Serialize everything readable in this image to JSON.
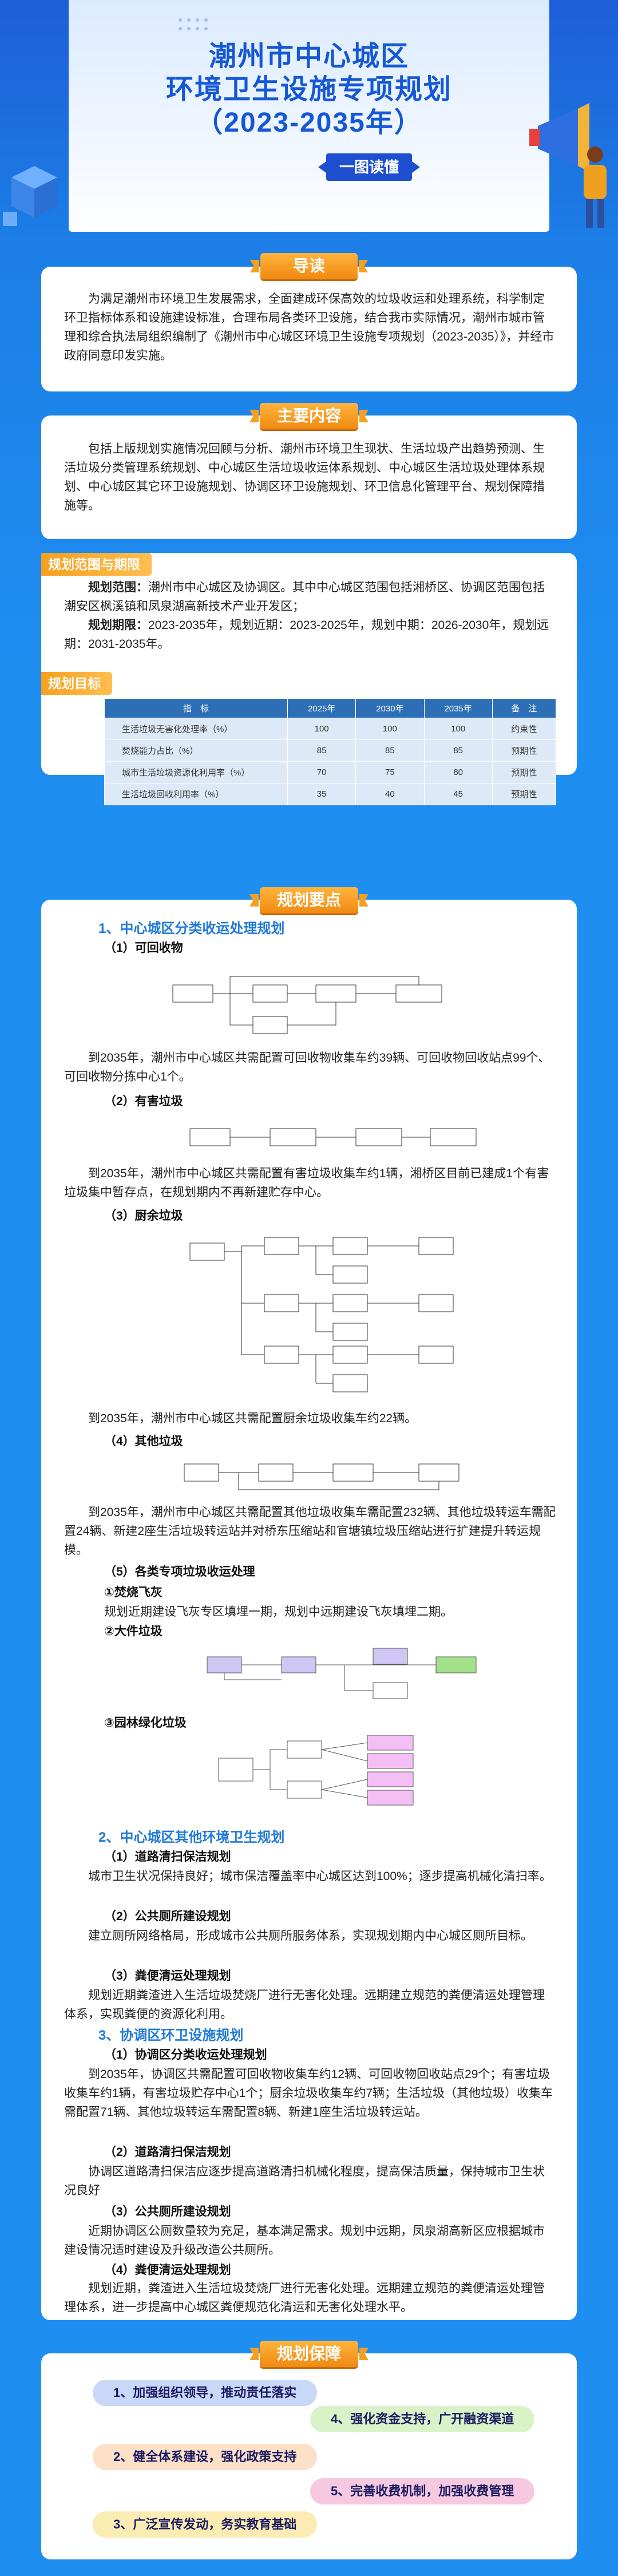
{
  "header": {
    "title_line1": "潮州市中心城区",
    "title_line2": "环境卫生设施专项规划",
    "title_line3": "（2023-2035年）",
    "tag": "一图读懂"
  },
  "intro": {
    "label": "导读",
    "text": "为满足潮州市环境卫生发展需求，全面建成环保高效的垃圾收运和处理系统，科学制定环卫指标体系和设施建设标准，合理布局各类环卫设施，结合我市实际情况，潮州市城市管理和综合执法局组织编制了《潮州市中心城区环境卫生设施专项规划（2023-2035）》，并经市政府同意印发实施。"
  },
  "content": {
    "label": "主要内容",
    "text": "包括上版规划实施情况回顾与分析、潮州市环境卫生现状、生活垃圾产出趋势预测、生活垃圾分类管理系统规划、中心城区生活垃圾收运体系规划、中心城区生活垃圾处理体系规划、中心城区其它环卫设施规划、协调区环卫设施规划、环卫信息化管理平台、规划保障措施等。"
  },
  "scope": {
    "label": "规划范围与期限",
    "range_key": "规划范围：",
    "range_text": "潮州市中心城区及协调区。其中中心城区范围包括湘桥区、协调区范围包括潮安区枫溪镇和凤泉湖高新技术产业开发区；",
    "period_key": "规划期限：",
    "period_text": "2023-2035年，规划近期：2023-2025年，规划中期：2026-2030年，规划远期：2031-2035年。"
  },
  "targets": {
    "label": "规划目标",
    "headers": [
      "指　标",
      "2025年",
      "2030年",
      "2035年",
      "备　注"
    ],
    "rows": [
      [
        "生活垃圾无害化处理率（%）",
        "100",
        "100",
        "100",
        "约束性"
      ],
      [
        "焚烧能力占比（%）",
        "85",
        "85",
        "85",
        "预期性"
      ],
      [
        "城市生活垃圾资源化利用率（%）",
        "70",
        "75",
        "80",
        "预期性"
      ],
      [
        "生活垃圾回收利用率（%）",
        "35",
        "40",
        "45",
        "预期性"
      ]
    ]
  },
  "points": {
    "label": "规划要点",
    "s1": "1、中心城区分类收运处理规划",
    "s1_1": "（1）可回收物",
    "s1_1_text": "到2035年，潮州市中心城区共需配置可回收物收集车约39辆、可回收物回收站点99个、可回收物分拣中心1个。",
    "s1_2": "（2）有害垃圾",
    "s1_2_text": "到2035年，潮州市中心城区共需配置有害垃圾收集车约1辆，湘桥区目前已建成1个有害垃圾集中暂存点，在规划期内不再新建贮存中心。",
    "s1_3": "（3）厨余垃圾",
    "s1_3_text": "到2035年，潮州市中心城区共需配置厨余垃圾收集车约22辆。",
    "s1_4": "（4）其他垃圾",
    "s1_4_text": "到2035年，潮州市中心城区共需配置其他垃圾收集车需配置232辆、其他垃圾转运车需配置24辆、新建2座生活垃圾转运站并对桥东压缩站和官塘镇垃圾压缩站进行扩建提升转运规模。",
    "s1_5": "（5）各类专项垃圾收运处理",
    "s1_5a": "①焚烧飞灰",
    "s1_5a_text": "规划近期建设飞灰专区填埋一期，规划中远期建设飞灰填埋二期。",
    "s1_5b": "②大件垃圾",
    "s1_5c": "③园林绿化垃圾",
    "s2": "2、中心城区其他环境卫生规划",
    "s2_1": "（1）道路清扫保洁规划",
    "s2_1_text": "城市卫生状况保持良好；城市保洁覆盖率中心城区达到100%；逐步提高机械化清扫率。",
    "s2_2": "（2）公共厕所建设规划",
    "s2_2_text": "建立厕所网络格局，形成城市公共厕所服务体系，实现规划期内中心城区厕所目标。",
    "s2_3": "（3）粪便清运处理规划",
    "s2_3_text": "规划近期粪渣进入生活垃圾焚烧厂进行无害化处理。远期建立规范的粪便清运处理管理体系，实现粪便的资源化利用。",
    "s3": "3、协调区环卫设施规划",
    "s3_1": "（1）协调区分类收运处理规划",
    "s3_1_text": "到2035年，协调区共需配置可回收物收集车约12辆、可回收物回收站点29个；有害垃圾收集车约1辆，有害垃圾贮存中心1个；厨余垃圾收集车约7辆；生活垃圾（其他垃圾）收集车需配置71辆、其他垃圾转运车需配置8辆、新建1座生活垃圾转运站。",
    "s3_2": "（2）道路清扫保洁规划",
    "s3_2_text": "协调区道路清扫保洁应逐步提高道路清扫机械化程度，提高保洁质量，保持城市卫生状况良好",
    "s3_3": "（3）公共厕所建设规划",
    "s3_3_text": "近期协调区公厕数量较为充足，基本满足需求。规划中远期，凤泉湖高新区应根据城市建设情况适时建设及升级改造公共厕所。",
    "s3_4": "（4）粪便清运处理规划",
    "s3_4_text": "规划近期，粪渣进入生活垃圾焚烧厂进行无害化处理。远期建立规范的粪便清运处理管理体系，进一步提高中心城区粪便规范化清运和无害化处理水平。"
  },
  "guarantee": {
    "label": "规划保障",
    "items": [
      "1、加强组织领导，推动责任落实",
      "4、强化资金支持，广开融资渠道",
      "2、健全体系建设，强化政策支持",
      "5、完善收费机制，加强收费管理",
      "3、广泛宣传发动，务实教育基础"
    ]
  },
  "colors": {
    "primary": "#1f8ef1",
    "accent": "#f5a021",
    "navy": "#1e4fd1",
    "table_head": "#2d6fb7"
  }
}
